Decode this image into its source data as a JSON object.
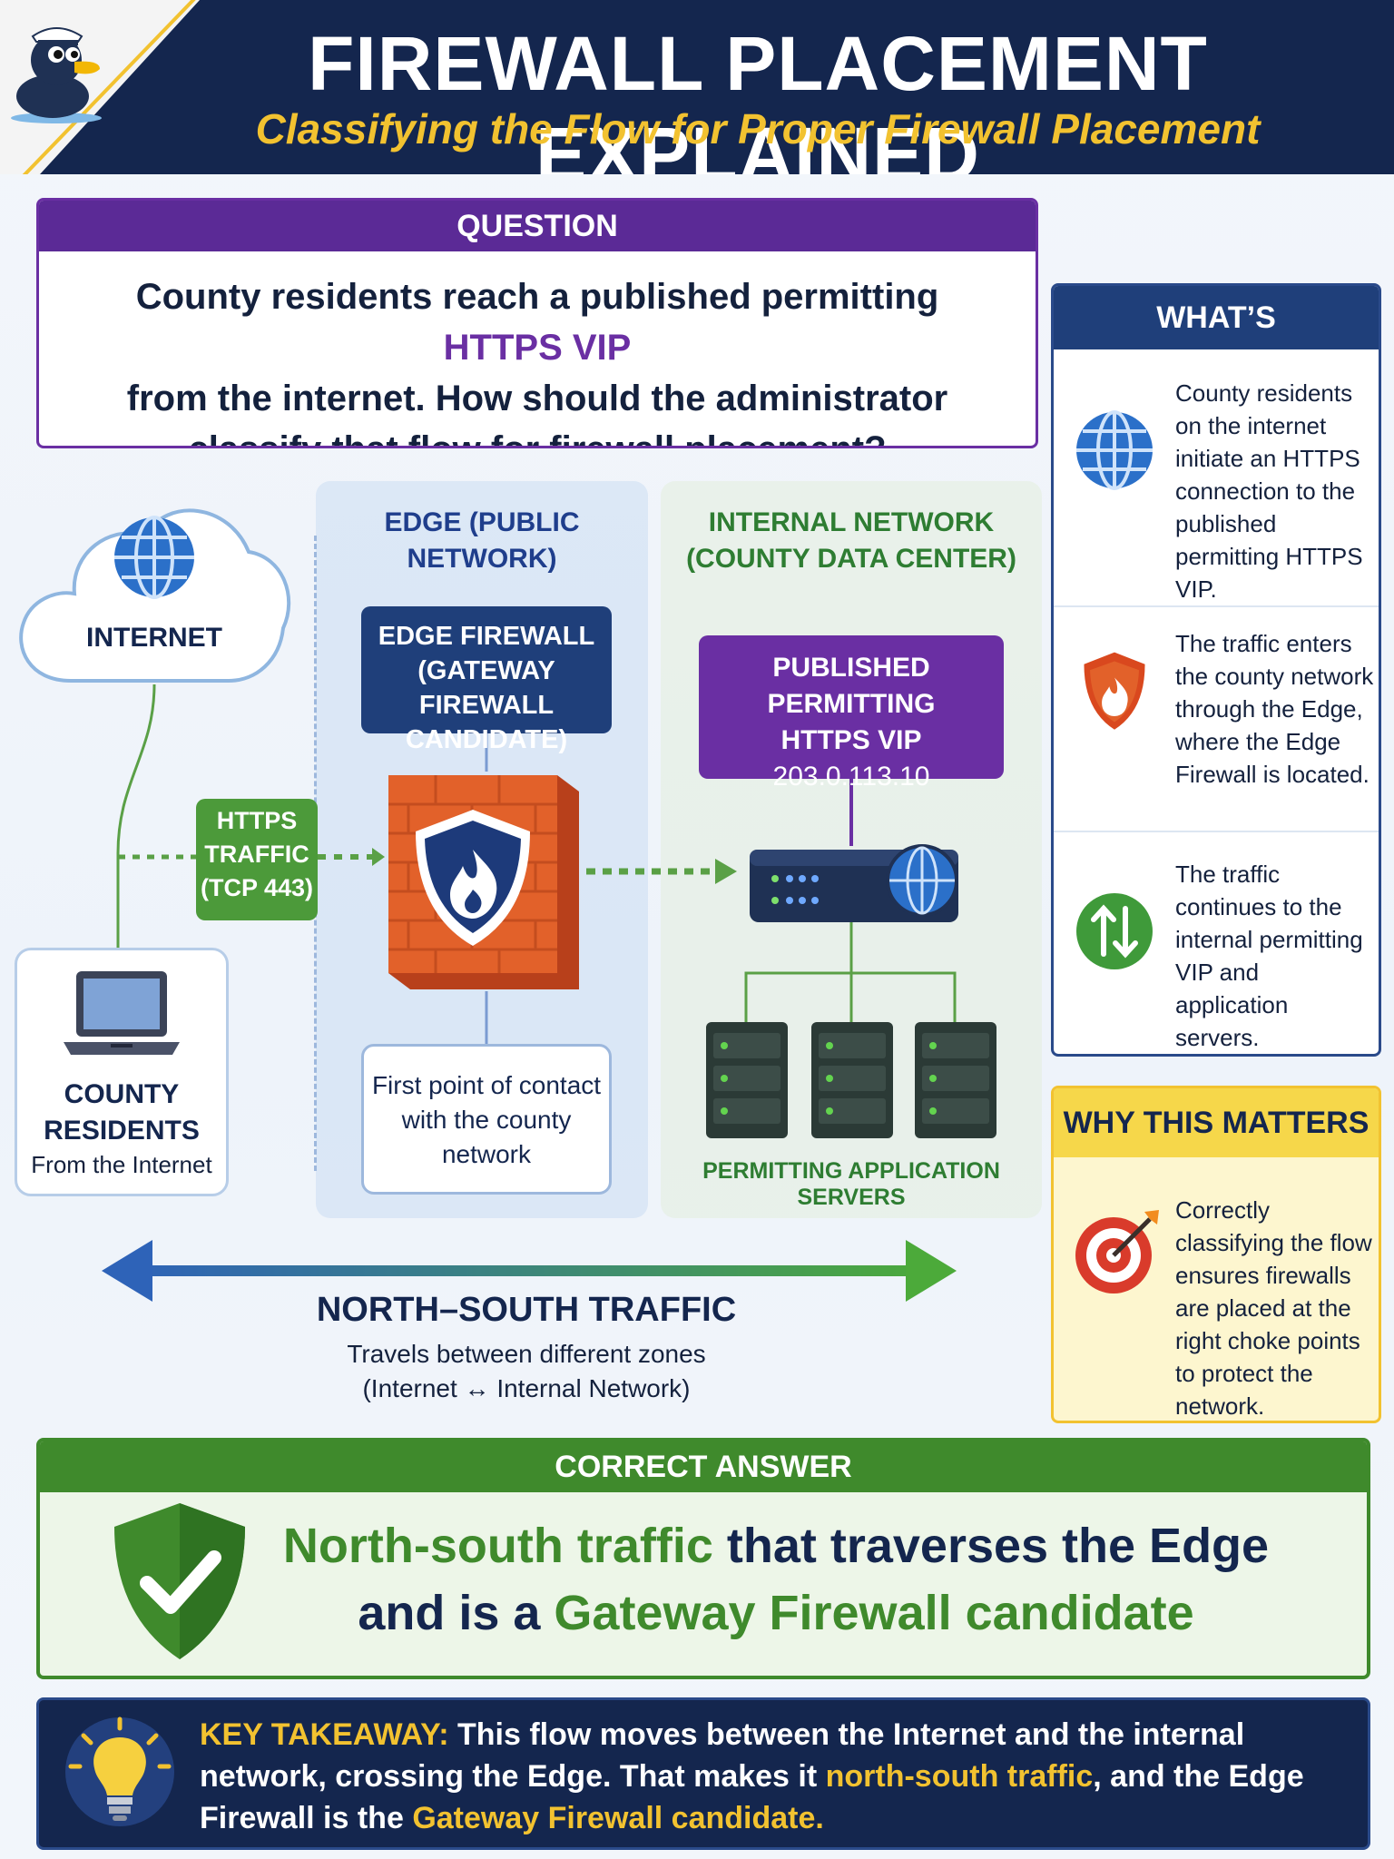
{
  "header": {
    "title": "FIREWALL PLACEMENT EXPLAINED",
    "subtitle": "Classifying the Flow for Proper Firewall Placement"
  },
  "question": {
    "heading": "QUESTION",
    "text_part1": "County residents reach a published permitting ",
    "text_highlight": "HTTPS VIP",
    "text_part2": "from the internet. How should the administrator",
    "text_part3": "classify that flow for firewall placement?"
  },
  "zones": {
    "edge_title": "EDGE (PUBLIC NETWORK)",
    "internal_title_line1": "INTERNAL NETWORK",
    "internal_title_line2": "(COUNTY DATA CENTER)"
  },
  "internet": {
    "label": "INTERNET"
  },
  "residents": {
    "name_line1": "COUNTY",
    "name_line2": "RESIDENTS",
    "sub": "From the Internet"
  },
  "traffic": {
    "line1": "HTTPS",
    "line2": "TRAFFIC",
    "line3": "(TCP 443)"
  },
  "edge_firewall": {
    "line1": "EDGE FIREWALL",
    "line2": "(GATEWAY FIREWALL",
    "line3": "CANDIDATE)",
    "contact_line1": "First point of contact",
    "contact_line2": "with the county",
    "contact_line3": "network"
  },
  "vip": {
    "line1": "PUBLISHED PERMITTING",
    "line2": "HTTPS VIP",
    "ip": "203.0.113.10",
    "servers_label": "PERMITTING APPLICATION SERVERS"
  },
  "north_south": {
    "title": "NORTH–SOUTH TRAFFIC",
    "sub1": "Travels between different zones",
    "sub2": "(Internet ↔ Internal Network)"
  },
  "happening": {
    "heading": "WHAT’S HAPPENING?",
    "items": [
      {
        "icon": "globe-icon",
        "text": "County residents on the internet initiate an HTTPS connection to the published permitting HTTPS VIP."
      },
      {
        "icon": "firewall-shield-icon",
        "text": "The traffic enters the county network through the Edge, where the Edge Firewall is located."
      },
      {
        "icon": "up-down-arrows-icon",
        "text": "The traffic continues to the internal permitting VIP and application servers."
      }
    ]
  },
  "why": {
    "heading": "WHY THIS MATTERS",
    "text": "Correctly classifying the flow ensures firewalls are placed at the right choke points to protect the network."
  },
  "answer": {
    "heading": "CORRECT ANSWER",
    "l1_green": "North-south traffic",
    "l1_rest": " that traverses the Edge",
    "l2_start": "and is a ",
    "l2_green": "Gateway Firewall candidate"
  },
  "takeaway": {
    "label": "KEY TAKEAWAY:",
    "t1": " This flow moves between the Internet and the internal network, crossing the Edge. That makes it ",
    "t2": "north-south traffic",
    "t3": ", and the Edge Firewall is the ",
    "t4": "Gateway Firewall candidate."
  },
  "colors": {
    "navy": "#14264e",
    "purple": "#6a2fa3",
    "green": "#3f8a2c",
    "yellow": "#f2c230",
    "firewall_orange": "#e2612a"
  }
}
